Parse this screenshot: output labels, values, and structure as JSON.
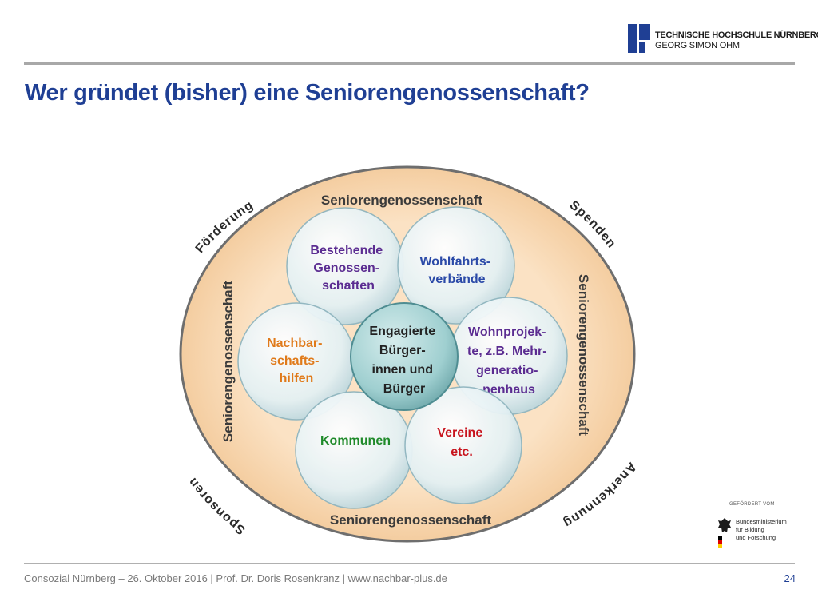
{
  "header": {
    "logo_line1": "TECHNISCHE HOCHSCHULE NÜRNBERG",
    "logo_line2": "GEORG SIMON OHM"
  },
  "slide": {
    "title": "Wer gründet (bisher) eine Seniorengenossenschaft?"
  },
  "diagram": {
    "ring_label_top": "Seniorengenossenschaft",
    "ring_label_bottom": "Seniorengenossenschaft",
    "ring_label_left": "Seniorengenossenschaft",
    "ring_label_right": "Seniorengenossenschaft",
    "corner_foerderung": "Förderung",
    "corner_spenden": "Spenden",
    "corner_sponsoren": "Sponsoren",
    "corner_anerkennung": "Anerkennung",
    "circle_genossenschaften": [
      "Bestehende",
      "Genossen-",
      "schaften"
    ],
    "circle_wohlfahrt": [
      "Wohlfahrts-",
      "verbände"
    ],
    "circle_nachbarschaft": [
      "Nachbar-",
      "schafts-",
      "hilfen"
    ],
    "circle_center": [
      "Engagierte",
      "Bürger-",
      "innen und",
      "Bürger"
    ],
    "circle_wohnprojekte": [
      "Wohnprojek-",
      "te, z.B. Mehr-",
      "generatio-",
      "nenhaus"
    ],
    "circle_kommunen": [
      "Kommunen"
    ],
    "circle_vereine": [
      "Vereine",
      "etc."
    ],
    "colors": {
      "ring_fill": "#fadcb8",
      "ring_stroke": "#6e6e6e",
      "circle_fill": "#e2eff3",
      "center_fill": "#9ccccc",
      "text_purple": "#5b2c91",
      "text_blue": "#2b4aa8",
      "text_orange": "#e07a1a",
      "text_green": "#1f8a2a",
      "text_red": "#c8141e",
      "text_dark": "#222222"
    }
  },
  "sponsor": {
    "top_label": "GEFÖRDERT VOM",
    "line1": "Bundesministerium",
    "line2": "für Bildung",
    "line3": "und Forschung"
  },
  "footer": {
    "text": "Consozial Nürnberg – 26. Oktober 2016 | Prof. Dr. Doris Rosenkranz  | www.nachbar-plus.de",
    "page_number": "24"
  }
}
